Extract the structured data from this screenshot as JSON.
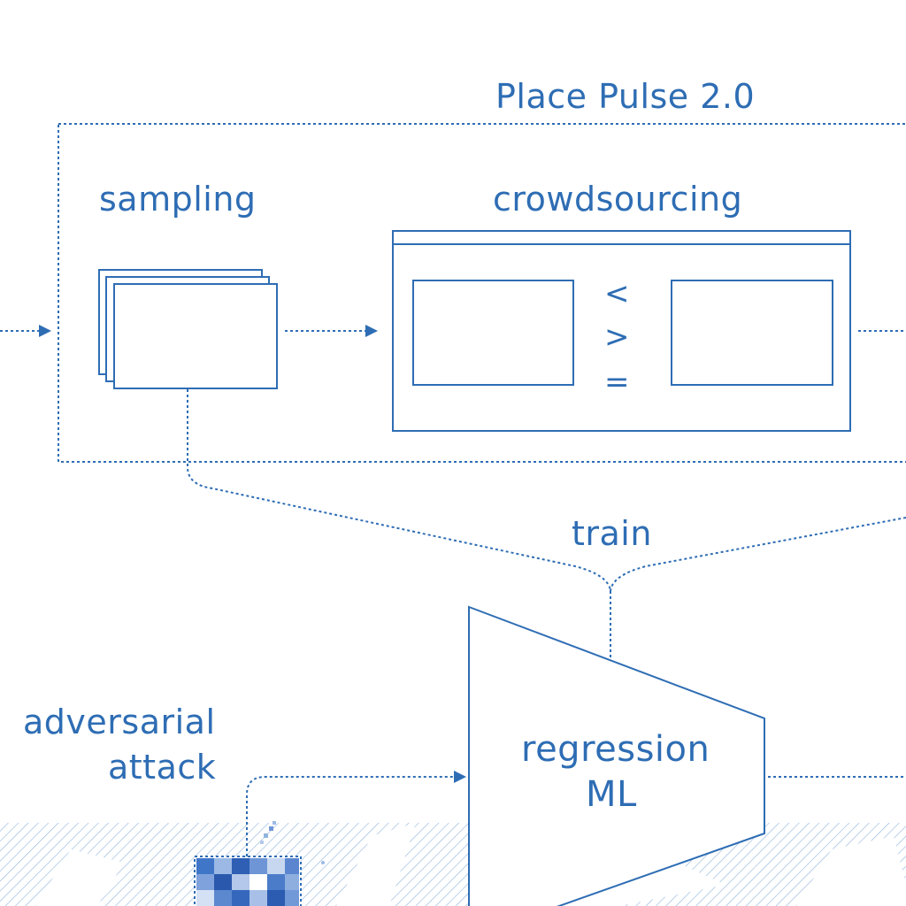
{
  "labels": {
    "group_title": "Place Pulse 2.0",
    "sampling": "sampling",
    "crowdsourcing": "crowdsourcing",
    "less_than": "<",
    "greater_than": ">",
    "equals": "=",
    "train": "train",
    "adversarial_line1": "adversarial",
    "adversarial_line2": "attack",
    "regression_line1": "regression",
    "regression_line2": "ML"
  },
  "colors": {
    "accent": "#2e6db4",
    "background": "#ffffff"
  }
}
